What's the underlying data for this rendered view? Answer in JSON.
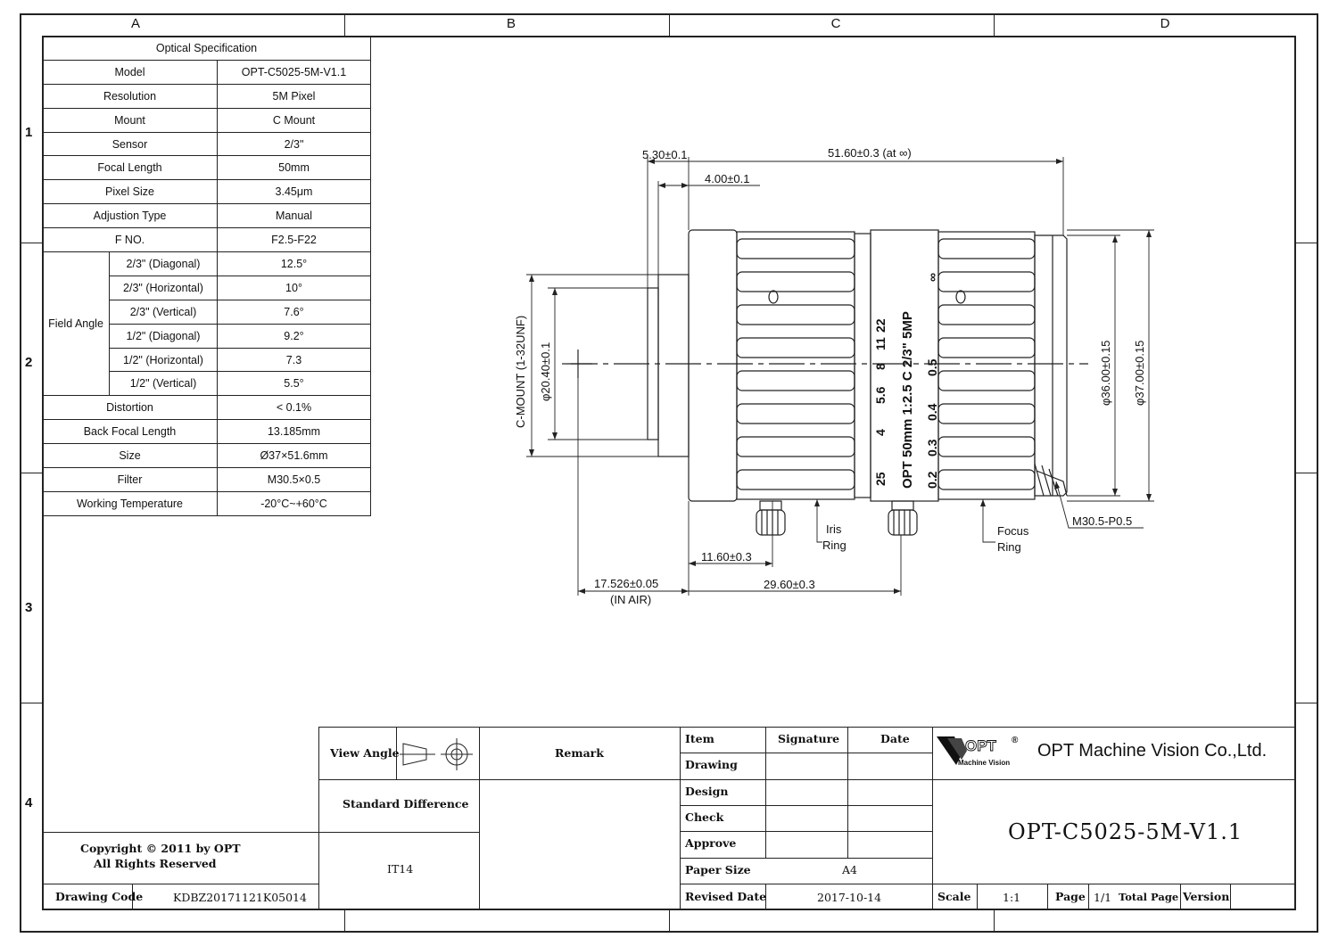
{
  "frame": {
    "columns": [
      "A",
      "B",
      "C",
      "D"
    ],
    "rows": [
      "1",
      "2",
      "3",
      "4"
    ]
  },
  "spec": {
    "title": "Optical Specification",
    "rows": [
      {
        "label": "Model",
        "value": "OPT-C5025-5M-V1.1"
      },
      {
        "label": "Resolution",
        "value": "5M Pixel"
      },
      {
        "label": "Mount",
        "value": "C Mount"
      },
      {
        "label": "Sensor",
        "value": "2/3\""
      },
      {
        "label": "Focal Length",
        "value": "50mm"
      },
      {
        "label": "Pixel Size",
        "value": "3.45μm"
      },
      {
        "label": "Adjustion Type",
        "value": "Manual"
      },
      {
        "label": "F NO.",
        "value": "F2.5-F22"
      }
    ],
    "field_angle": {
      "label": "Field Angle",
      "rows": [
        {
          "label": "2/3\"  (Diagonal)",
          "value": "12.5°"
        },
        {
          "label": "2/3\"  (Horizontal)",
          "value": "10°"
        },
        {
          "label": "2/3\"  (Vertical)",
          "value": "7.6°"
        },
        {
          "label": "1/2\"  (Diagonal)",
          "value": "9.2°"
        },
        {
          "label": "1/2\"  (Horizontal)",
          "value": "7.3"
        },
        {
          "label": "1/2\"  (Vertical)",
          "value": "5.5°"
        }
      ]
    },
    "rows_after": [
      {
        "label": "Distortion",
        "value": "< 0.1%"
      },
      {
        "label": "Back Focal Length",
        "value": "13.185mm"
      },
      {
        "label": "Size",
        "value": "Ø37×51.6mm"
      },
      {
        "label": "Filter",
        "value": "M30.5×0.5"
      },
      {
        "label": "Working Temperature",
        "value": "-20°C~+60°C"
      }
    ]
  },
  "drawing": {
    "dims": {
      "d530": "5.30±0.1",
      "d5160": "51.60±0.3   (at ∞)",
      "d400": "4.00±0.1",
      "cmount": "C-MOUNT (1-32UNF)",
      "d2040": "φ20.40±0.1",
      "d3600": "φ36.00±0.15",
      "d3700": "φ37.00±0.15",
      "thread": "M30.5-P0.5",
      "d1160": "11.60±0.3",
      "d17526": "17.526±0.05",
      "inair": "(IN AIR)",
      "d2960": "29.60±0.3"
    },
    "labels": {
      "iris1": "Iris",
      "iris2": "Ring",
      "focus1": "Focus",
      "focus2": "Ring"
    },
    "lens_marks": {
      "fscale": [
        "25",
        "4",
        "5.6",
        "8",
        "11",
        "22"
      ],
      "brand": "OPT 50mm 1:2.5  C 2/3\" 5MP",
      "dscale": [
        "0.2",
        "0.3",
        "0.4",
        "0.5",
        "∞"
      ]
    }
  },
  "title_block": {
    "view_angle": "View Angle",
    "remark": "Remark",
    "standard_difference": "Standard Difference",
    "it": "IT14",
    "copyright1": "Copyright © 2011 by OPT",
    "copyright2": "All Rights Reserved",
    "drawing_code_label": "Drawing Code",
    "drawing_code": "KDBZ20171121K05014",
    "item": "Item",
    "signature": "Signature",
    "date": "Date",
    "drawing": "Drawing",
    "design": "Design",
    "check": "Check",
    "approve": "Approve",
    "paper_size_label": "Paper Size",
    "paper_size": "A4",
    "revised_date_label": "Revised Date",
    "revised_date": "2017-10-14",
    "logo_text": "OPT",
    "logo_sub": "Machine Vision",
    "company": "OPT Machine Vision Co.,Ltd.",
    "model": "OPT-C5025-5M-V1.1",
    "scale_label": "Scale",
    "scale": "1:1",
    "page_label": "Page",
    "page": "1/1",
    "total_page_label": "Total Page",
    "version_label": "Version",
    "version": ""
  }
}
